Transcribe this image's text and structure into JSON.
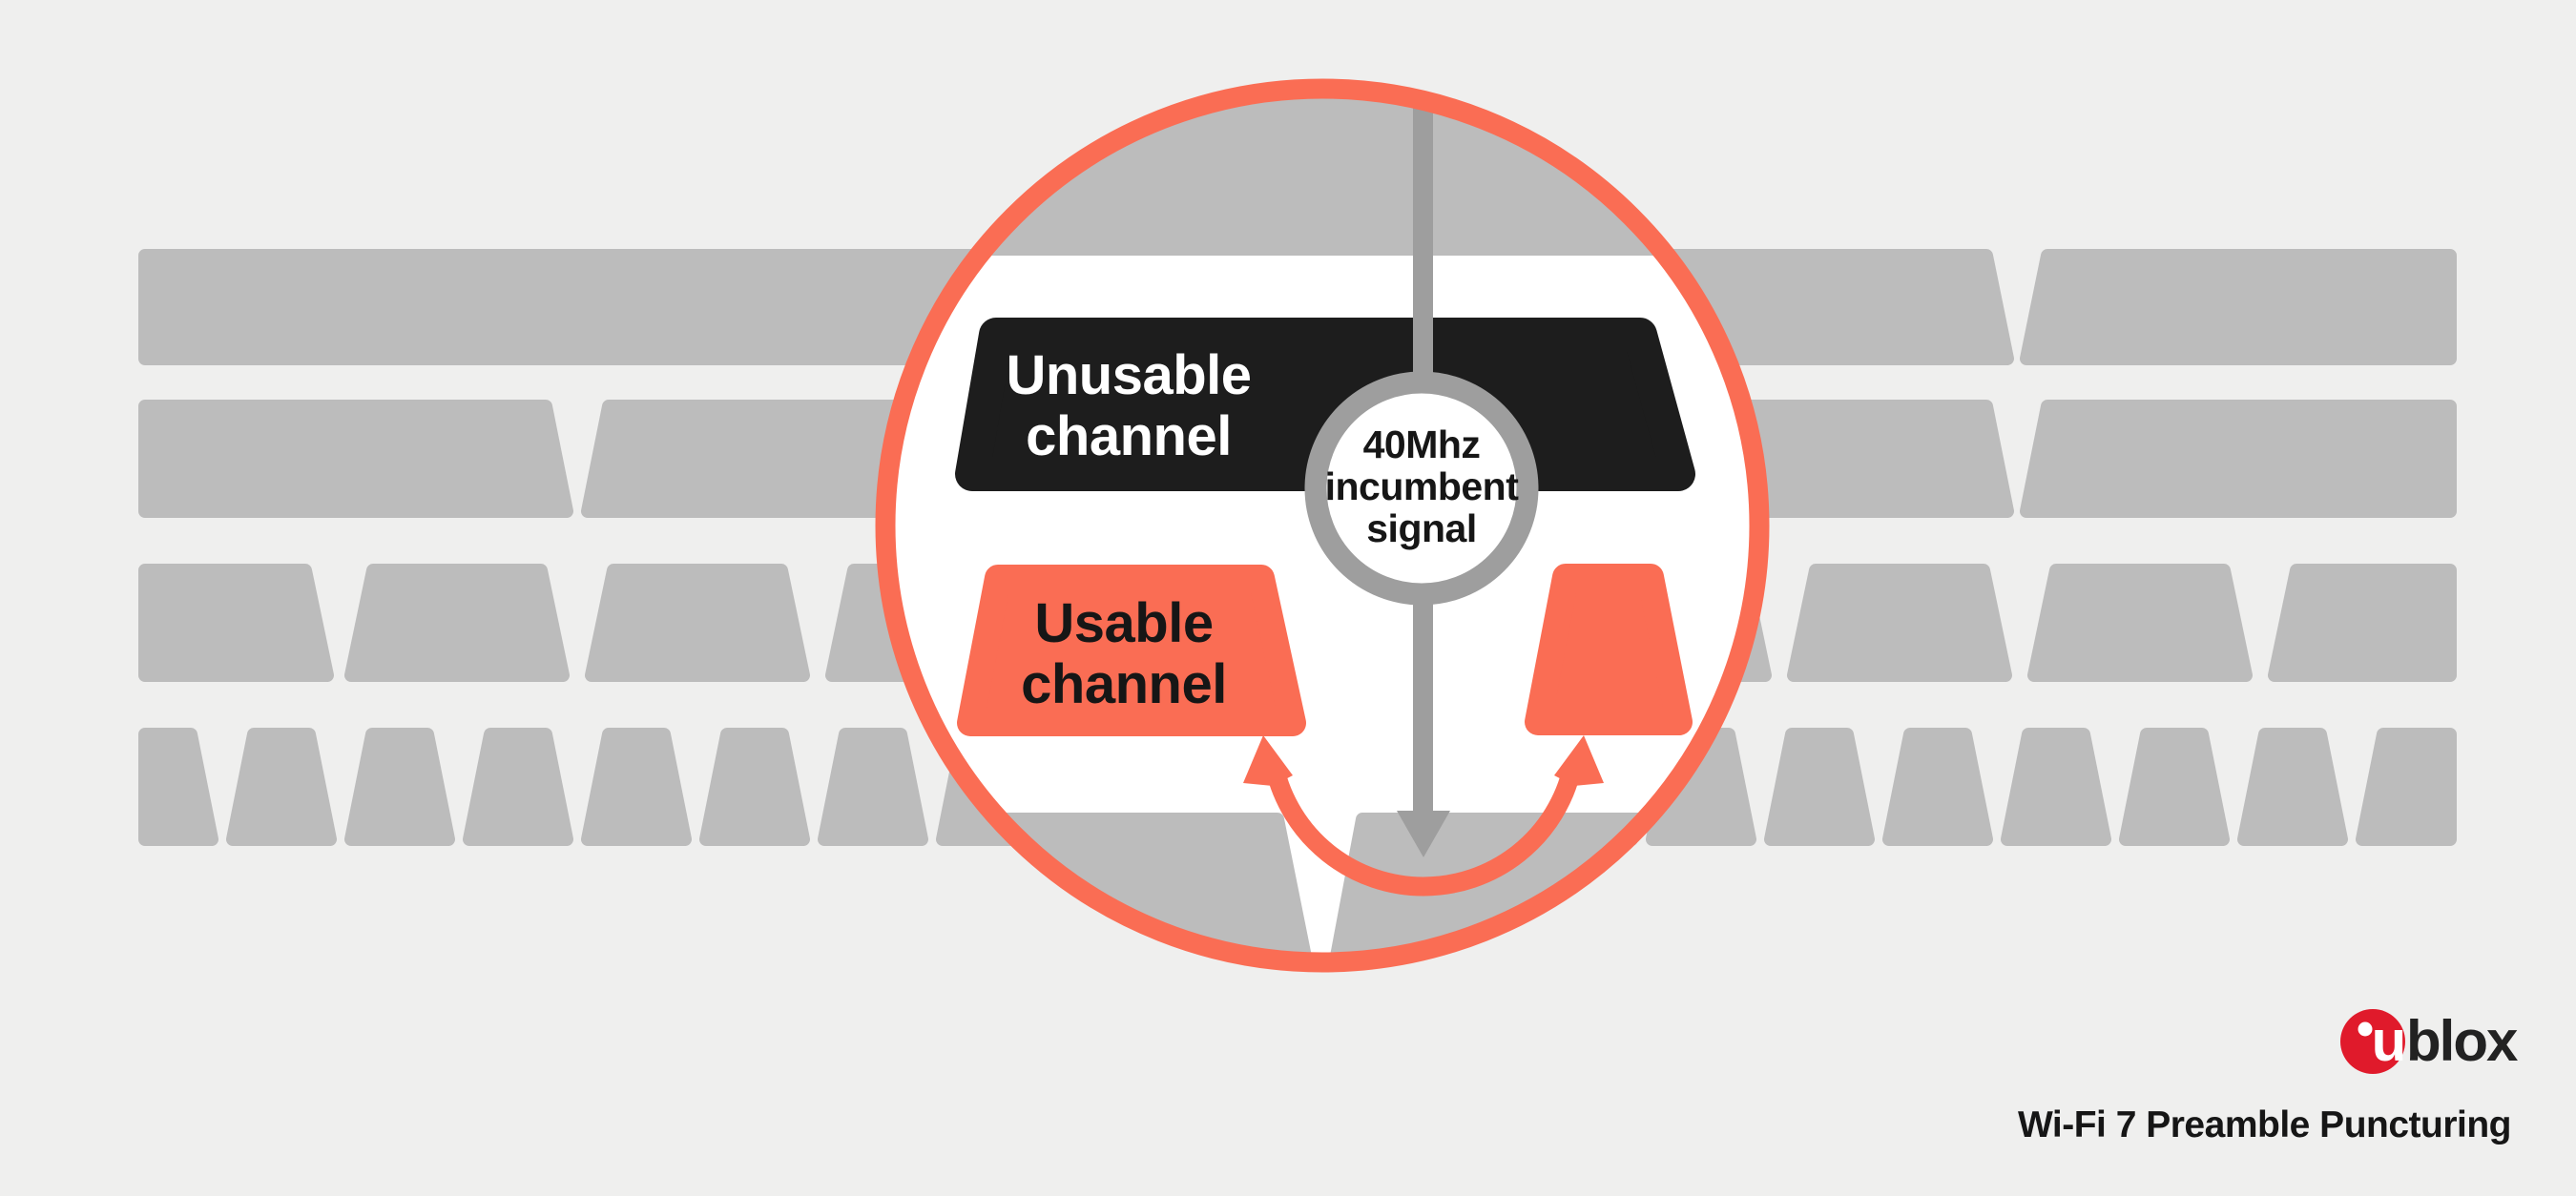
{
  "diagram": {
    "unusable_channel": {
      "line1": "Unusable",
      "line2": "channel"
    },
    "usable_channel": {
      "line1": "Usable",
      "line2": "channel"
    },
    "incumbent_signal": {
      "line1": "40Mhz",
      "line2": "incumbent",
      "line3": "signal"
    }
  },
  "footer": {
    "brand": {
      "u": "u",
      "blox": "blox"
    },
    "caption": "Wi-Fi 7 Preamble Puncturing"
  },
  "colors": {
    "bg": "#efefee",
    "channel-gray": "#bcbcbc",
    "arrow-gray": "#9e9e9e",
    "coral": "#fa6d54",
    "black-bar": "#1d1d1d",
    "text-dark": "#161616",
    "logo-red": "#e01a2b",
    "white": "#ffffff"
  }
}
